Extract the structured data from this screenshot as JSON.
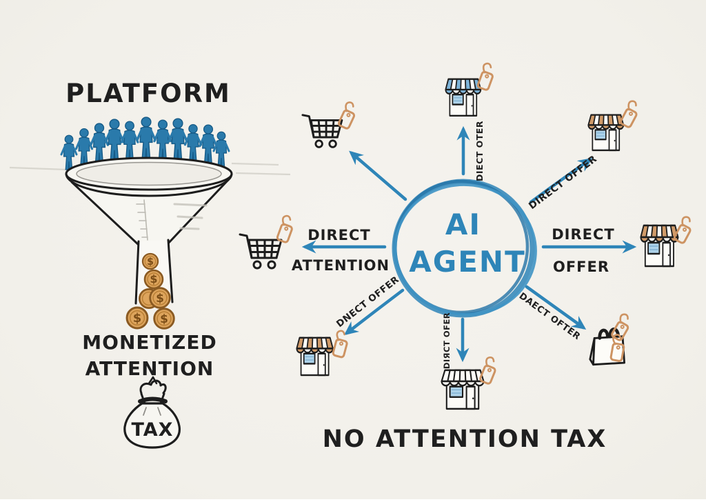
{
  "colors": {
    "background": "#f3f1ec",
    "ink": "#1f1f1f",
    "blue": "#2e85b8",
    "tan": "#cd9362",
    "awning_blue": "#7db3d8",
    "window_blue": "#aed3ea",
    "coin": "#dda45c"
  },
  "left_panel": {
    "title": "PLATFORM",
    "funnel_people_count": 11,
    "caption_line1": "MONETIZED",
    "caption_line2": "ATTENTION",
    "money_bag_label": "TAX",
    "coin_symbol": "$"
  },
  "center": {
    "agent_line1": "AI",
    "agent_line2": "AGENT"
  },
  "spokes": {
    "top": {
      "label": "DIECT OTER",
      "target": "storefront-icon"
    },
    "top_right": {
      "label": "DIRECT OFFER",
      "target": "storefront-icon"
    },
    "right": {
      "label_line1": "DIRECT",
      "label_line2": "OFFER",
      "target": "storefront-icon"
    },
    "bottom_right": {
      "label": "DAECT OFTER",
      "target": "shopping-bag-icon"
    },
    "bottom": {
      "label": "DIЯCT OFER",
      "target": "storefront-icon"
    },
    "bottom_left": {
      "label": "DNECT OFFER",
      "target": "storefront-icon"
    },
    "left": {
      "label_line1": "DIRECT",
      "label_line2": "ATTENTION",
      "target": "shopping-cart-icon"
    },
    "top_left": {
      "label": "",
      "target": "shopping-cart-icon"
    }
  },
  "bottom_caption": "NO ATTENTION TAX"
}
